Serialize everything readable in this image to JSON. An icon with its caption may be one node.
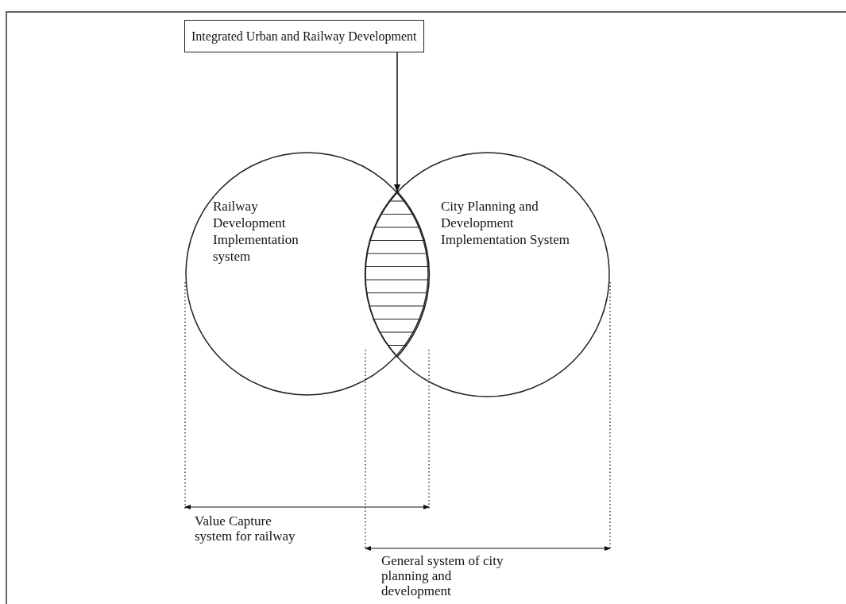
{
  "diagram": {
    "nodes": [
      {
        "text": [
          "Integrated Urban and Railway Development"
        ]
      },
      {
        "text": [
          "Railway Development Implementation system"
        ]
      },
      {
        "text": [
          "City Planning and Development Implementation System"
        ]
      },
      {
        "text": [],
        "shape": "lens"
      }
    ],
    "edges": [
      {
        "from": 0,
        "to": 3,
        "arrow": "to"
      }
    ],
    "labels": [
      "Value Capture system for railway",
      "General system of city planning and development"
    ]
  }
}
